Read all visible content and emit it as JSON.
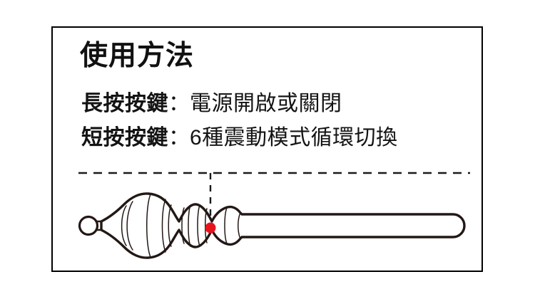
{
  "panel": {
    "title": "使用方法",
    "instructions": [
      {
        "label": "長按按鍵",
        "separator": "：",
        "value": "電源開啟或關閉"
      },
      {
        "label": "短按按鍵",
        "separator": "：",
        "value": "6種震動模式循環切換"
      }
    ]
  },
  "diagram": {
    "callout_line_label": "dashed-callout-line",
    "button_marker_label": "power-button-marker",
    "button_color": "#E8141C",
    "outline_color": "#231815",
    "device_label": "massager-device-illustration"
  },
  "colors": {
    "background": "#FFFFFF",
    "frame": "#000000",
    "text": "#141414",
    "accent": "#E8141C",
    "ink": "#231815"
  }
}
